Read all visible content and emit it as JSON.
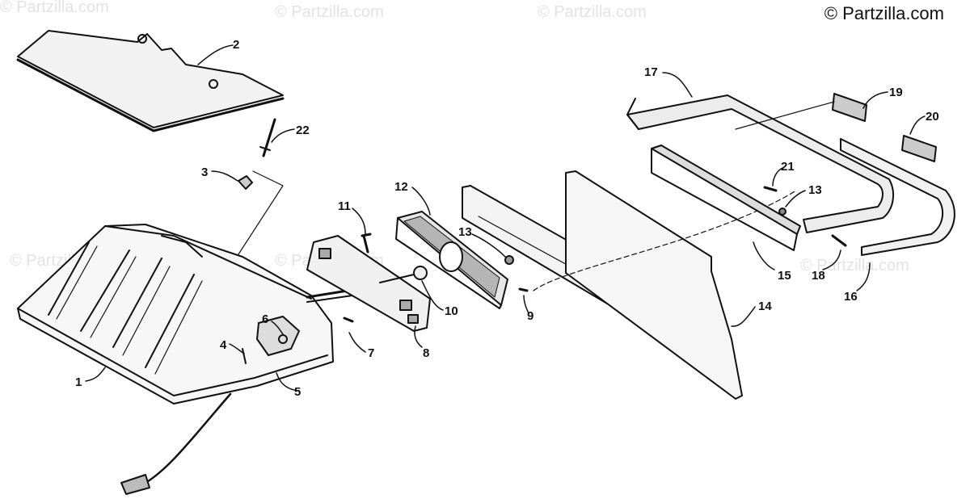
{
  "copyright": "© Partzilla.com",
  "watermark": "© Partzilla.com",
  "callouts": [
    "1",
    "2",
    "3",
    "4",
    "5",
    "6",
    "7",
    "8",
    "9",
    "10",
    "11",
    "12",
    "13",
    "13",
    "14",
    "15",
    "16",
    "17",
    "18",
    "19",
    "20",
    "21",
    "22"
  ]
}
